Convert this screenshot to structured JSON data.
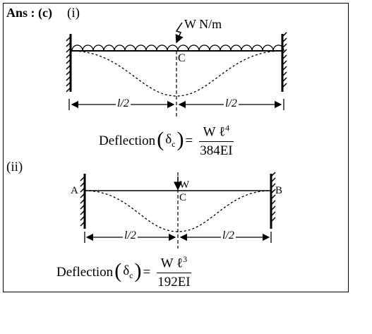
{
  "answer_label": "Ans : (c)",
  "part1": {
    "label": "(i)",
    "load_label": "W  N/m",
    "point_label": "C",
    "span_left": "l/2",
    "span_right": "l/2",
    "formula": {
      "prefix": "Deflection",
      "delta": "δ",
      "delta_sub": "c",
      "equals": "=",
      "num_base": "W ℓ",
      "num_exp": "4",
      "den": "384EI"
    }
  },
  "part2": {
    "label": "(ii)",
    "load_label": "W",
    "point_c": "C",
    "point_a": "A",
    "point_b": "B",
    "span_left": "l/2",
    "span_right": "l/2",
    "formula": {
      "prefix": "Deflection",
      "delta": "δ",
      "delta_sub": "c",
      "equals": "=",
      "num_base": "W ℓ",
      "num_exp": "3",
      "den": "192EI"
    }
  }
}
